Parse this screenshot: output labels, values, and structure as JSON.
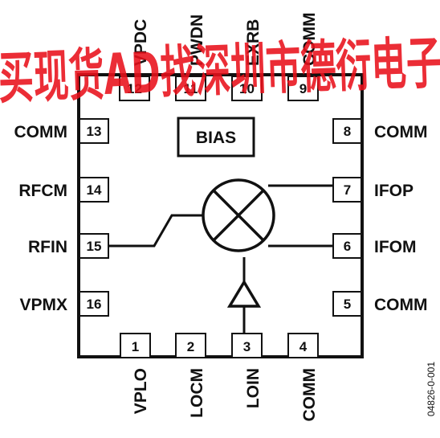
{
  "watermark": {
    "text": "买现货AD找深圳市德衍电子",
    "color": "#e8101a"
  },
  "bias_label": "BIAS",
  "figure_code": "04826-0-001",
  "pins": {
    "p1": {
      "num": "1",
      "name": "VPLO"
    },
    "p2": {
      "num": "2",
      "name": "LOCM"
    },
    "p3": {
      "num": "3",
      "name": "LOIN"
    },
    "p4": {
      "num": "4",
      "name": "COMM"
    },
    "p5": {
      "num": "5",
      "name": "COMM"
    },
    "p6": {
      "num": "6",
      "name": "IFOM"
    },
    "p7": {
      "num": "7",
      "name": "IFOP"
    },
    "p8": {
      "num": "8",
      "name": "COMM"
    },
    "p9": {
      "num": "9",
      "name": "COMM"
    },
    "p10": {
      "num": "10",
      "name": "EXRB"
    },
    "p11": {
      "num": "11",
      "name": "PWDN"
    },
    "p12": {
      "num": "12",
      "name": "VPDC"
    },
    "p13": {
      "num": "13",
      "name": "COMM"
    },
    "p14": {
      "num": "14",
      "name": "RFCM"
    },
    "p15": {
      "num": "15",
      "name": "RFIN"
    },
    "p16": {
      "num": "16",
      "name": "VPMX"
    }
  }
}
